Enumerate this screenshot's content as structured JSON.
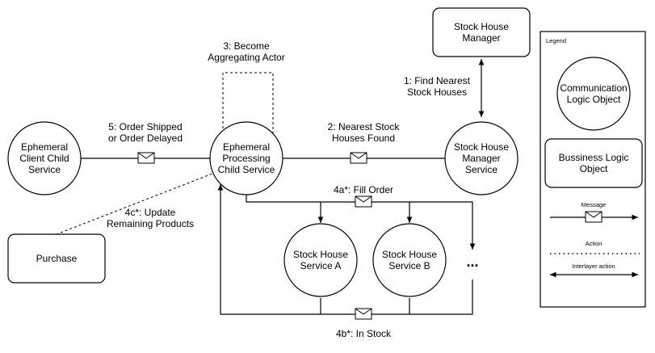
{
  "nodes": {
    "stock_house_manager": "Stock House Manager",
    "stock_house_manager_service": "Stock House Manager Service",
    "ephemeral_processing": "Ephemeral Processing Child Service",
    "ephemeral_client": "Ephemeral Client Child Service",
    "purchase": "Purchase",
    "stock_house_a": "Stock House Service A",
    "stock_house_b": "Stock House Service B",
    "ellipsis": "..."
  },
  "edges": {
    "find_nearest": "1: Find Nearest Stock Houses",
    "nearest_found": "2: Nearest Stock Houses Found",
    "become_aggregating": "3: Become Aggregating Actor",
    "fill_order": "4a*: Fill Order",
    "in_stock": "4b*: In Stock",
    "update_remaining": "4c*: Update Remaining Products",
    "order_shipped": "5: Order Shipped or Order Delayed"
  },
  "legend": {
    "title": "Legend",
    "communication_logic": "Communication Logic Object",
    "business_logic": "Bussiness Logic Object",
    "message": "Message",
    "action": "Action",
    "interlayer_action": "Interlayer action"
  }
}
